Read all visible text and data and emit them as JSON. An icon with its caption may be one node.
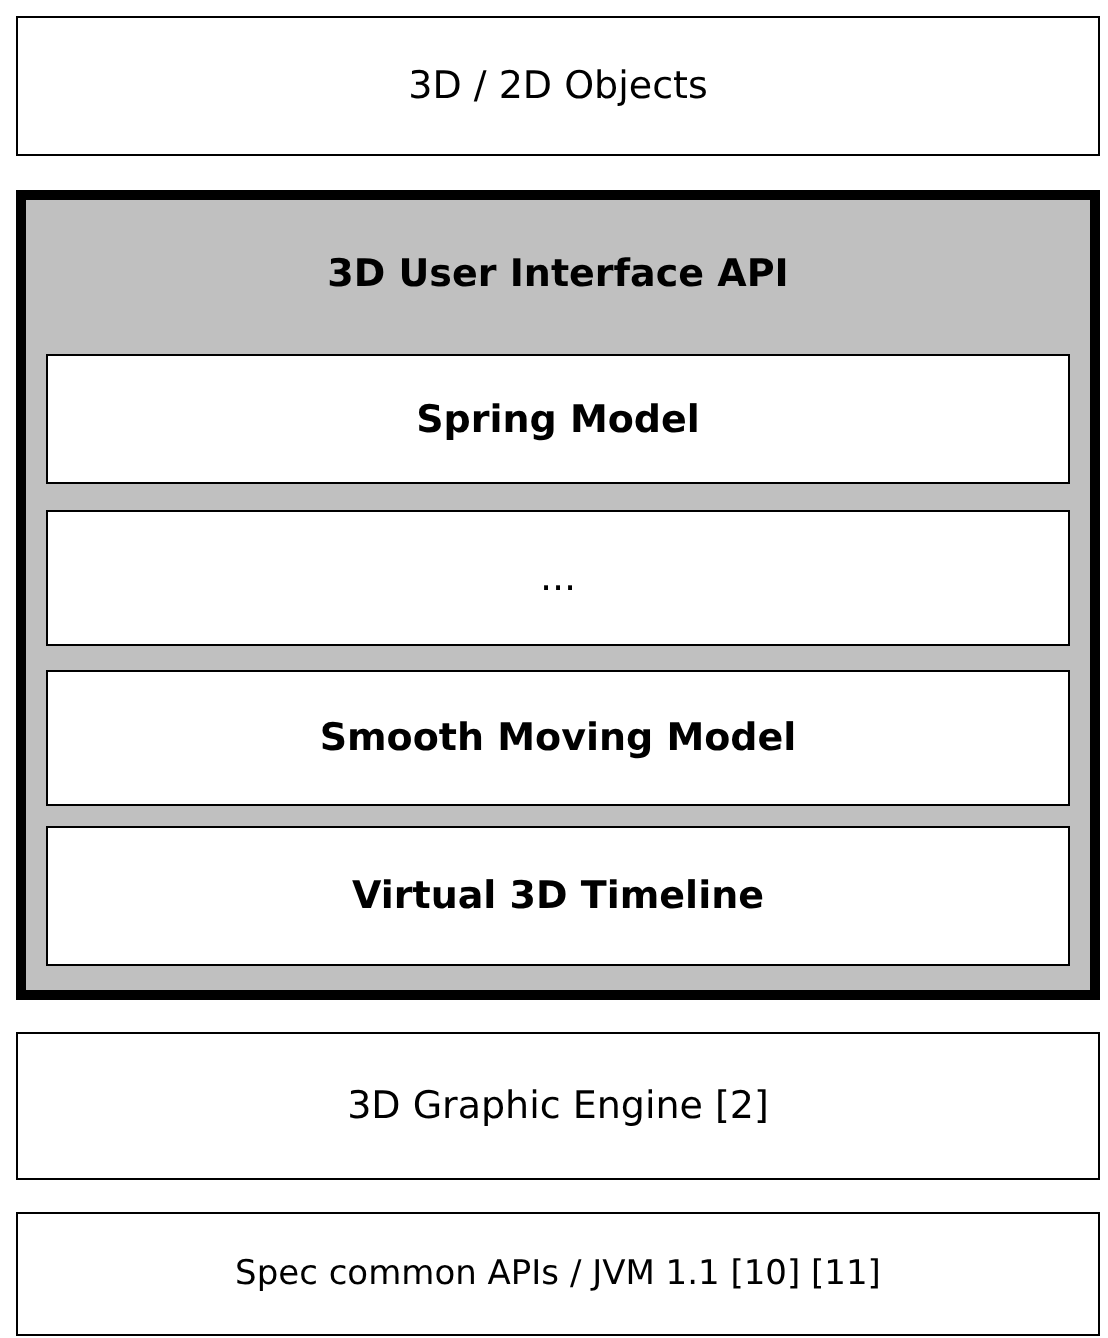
{
  "diagram": {
    "nodes": [
      {
        "text": [
          "3D / 2D Objects"
        ]
      },
      {
        "text": [
          "3D User Interface API"
        ]
      },
      {
        "text": [
          "Spring Model"
        ],
        "in": 1
      },
      {
        "text": [
          "..."
        ],
        "in": 1
      },
      {
        "text": [
          "Smooth Moving Model"
        ],
        "in": 1
      },
      {
        "text": [
          "Virtual 3D Timeline"
        ],
        "in": 1
      },
      {
        "text": [
          "3D Graphic Engine [2]"
        ]
      },
      {
        "text": [
          "Spec common APIs / JVM 1.1 [10] [11]"
        ]
      }
    ],
    "edges": []
  }
}
